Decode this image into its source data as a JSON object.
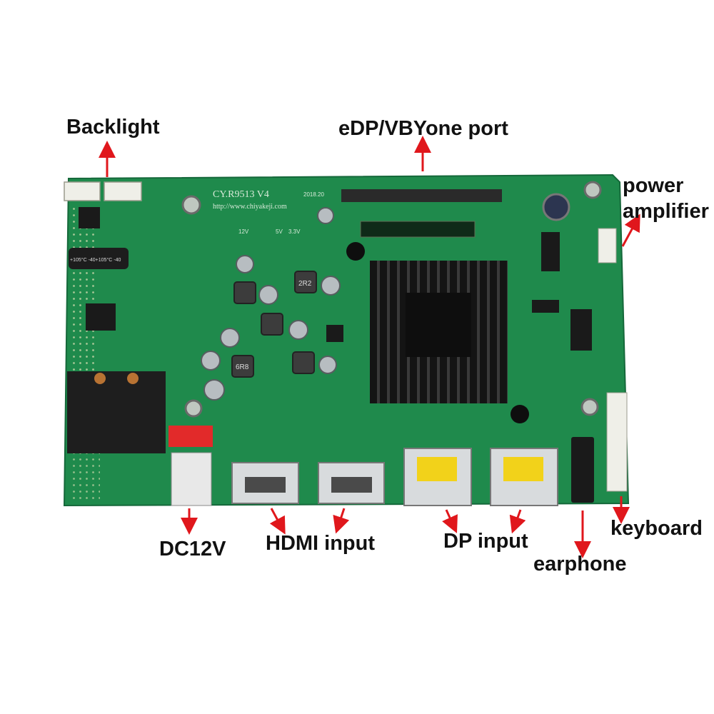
{
  "board": {
    "model": "CY.R9513 V4",
    "url": "http://www.chiyakeji.com",
    "date": "2018.20",
    "jumper_12v": "12V",
    "jumper_5v": "5V",
    "jumper_33v": "3.3V",
    "inductor_mark": "2R2",
    "inductor_mark_2": "6R8",
    "cap_mark": "+105°C -40+105°C -40"
  },
  "callouts": {
    "backlight": "Backlight",
    "edp_port": "eDP/VBYone port",
    "power_amp_line1": "power",
    "power_amp_line2": "amplifier",
    "dc12v": "DC12V",
    "hdmi_input": "HDMI input",
    "dp_input": "DP input",
    "earphone": "earphone",
    "keyboard": "keyboard"
  },
  "colors": {
    "pcb": "#1f8a4c",
    "arrow": "#e0171c",
    "heatsink": "#141414",
    "connector_white": "#efefe8",
    "dp_yellow": "#f2d21a",
    "dc_red": "#e22a2a"
  }
}
